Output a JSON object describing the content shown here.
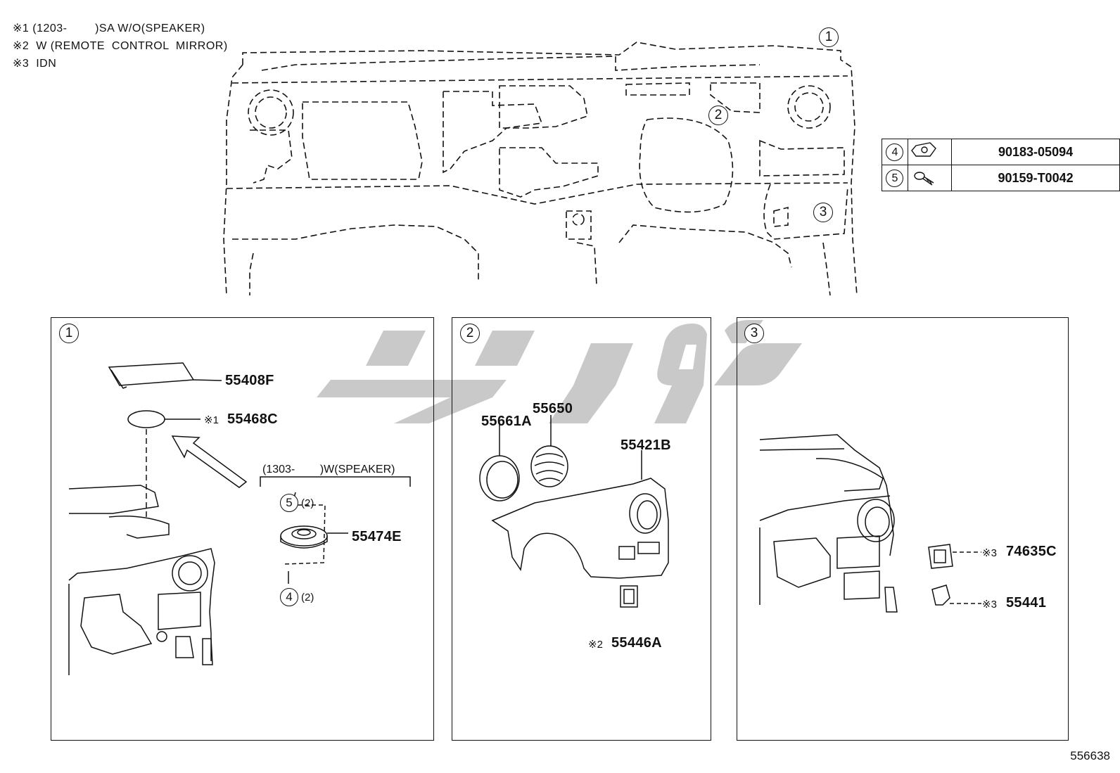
{
  "notes": [
    "※1 (1203-        )SA W/O(SPEAKER)",
    "※2  W (REMOTE  CONTROL  MIRROR)",
    "※3  IDN"
  ],
  "main_callouts": {
    "c1": "1",
    "c2": "2",
    "c3": "3"
  },
  "parts_table": {
    "rows": [
      {
        "ref": "4",
        "part_no": "90183-05094",
        "icon": "clip-nut-icon"
      },
      {
        "ref": "5",
        "part_no": "90159-T0042",
        "icon": "screw-icon"
      }
    ]
  },
  "panels": {
    "p1": {
      "num": "1",
      "sub_header": "(1303-        )W(SPEAKER)",
      "labels": {
        "a": "55408F",
        "b": "55468C",
        "b_sym": "※1",
        "c": "55474E"
      },
      "refs": {
        "r5": "5",
        "r5_qty": "(2)",
        "r4": "4",
        "r4_qty": "(2)"
      }
    },
    "p2": {
      "num": "2",
      "labels": {
        "a": "55661A",
        "b": "55650",
        "c": "55421B",
        "d": "55446A",
        "d_sym": "※2"
      }
    },
    "p3": {
      "num": "3",
      "labels": {
        "a": "74635C",
        "a_sym": "※3",
        "b": "55441",
        "b_sym": "※3"
      }
    }
  },
  "figure_number": "556638",
  "colors": {
    "line": "#111111",
    "watermark": "#c9c9c9"
  }
}
